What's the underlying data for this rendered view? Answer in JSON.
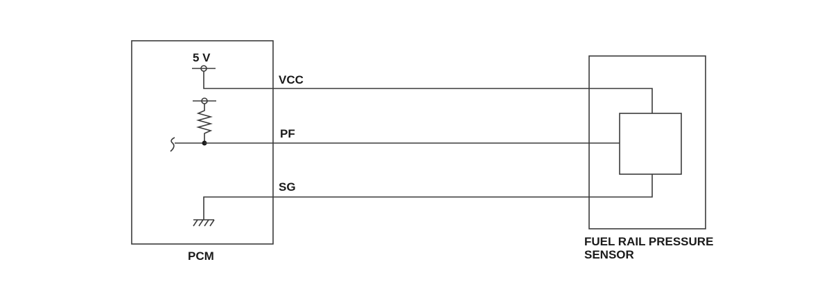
{
  "pcm": {
    "name": "PCM",
    "supply_voltage": "5 V"
  },
  "sensor": {
    "name_line1": "FUEL RAIL PRESSURE",
    "name_line2": "SENSOR"
  },
  "signals": {
    "vcc": "VCC",
    "pf": "PF",
    "sg": "SG"
  },
  "colors": {
    "line": "#3a3a3a",
    "text": "#1a1a1a",
    "background": "#ffffff"
  }
}
